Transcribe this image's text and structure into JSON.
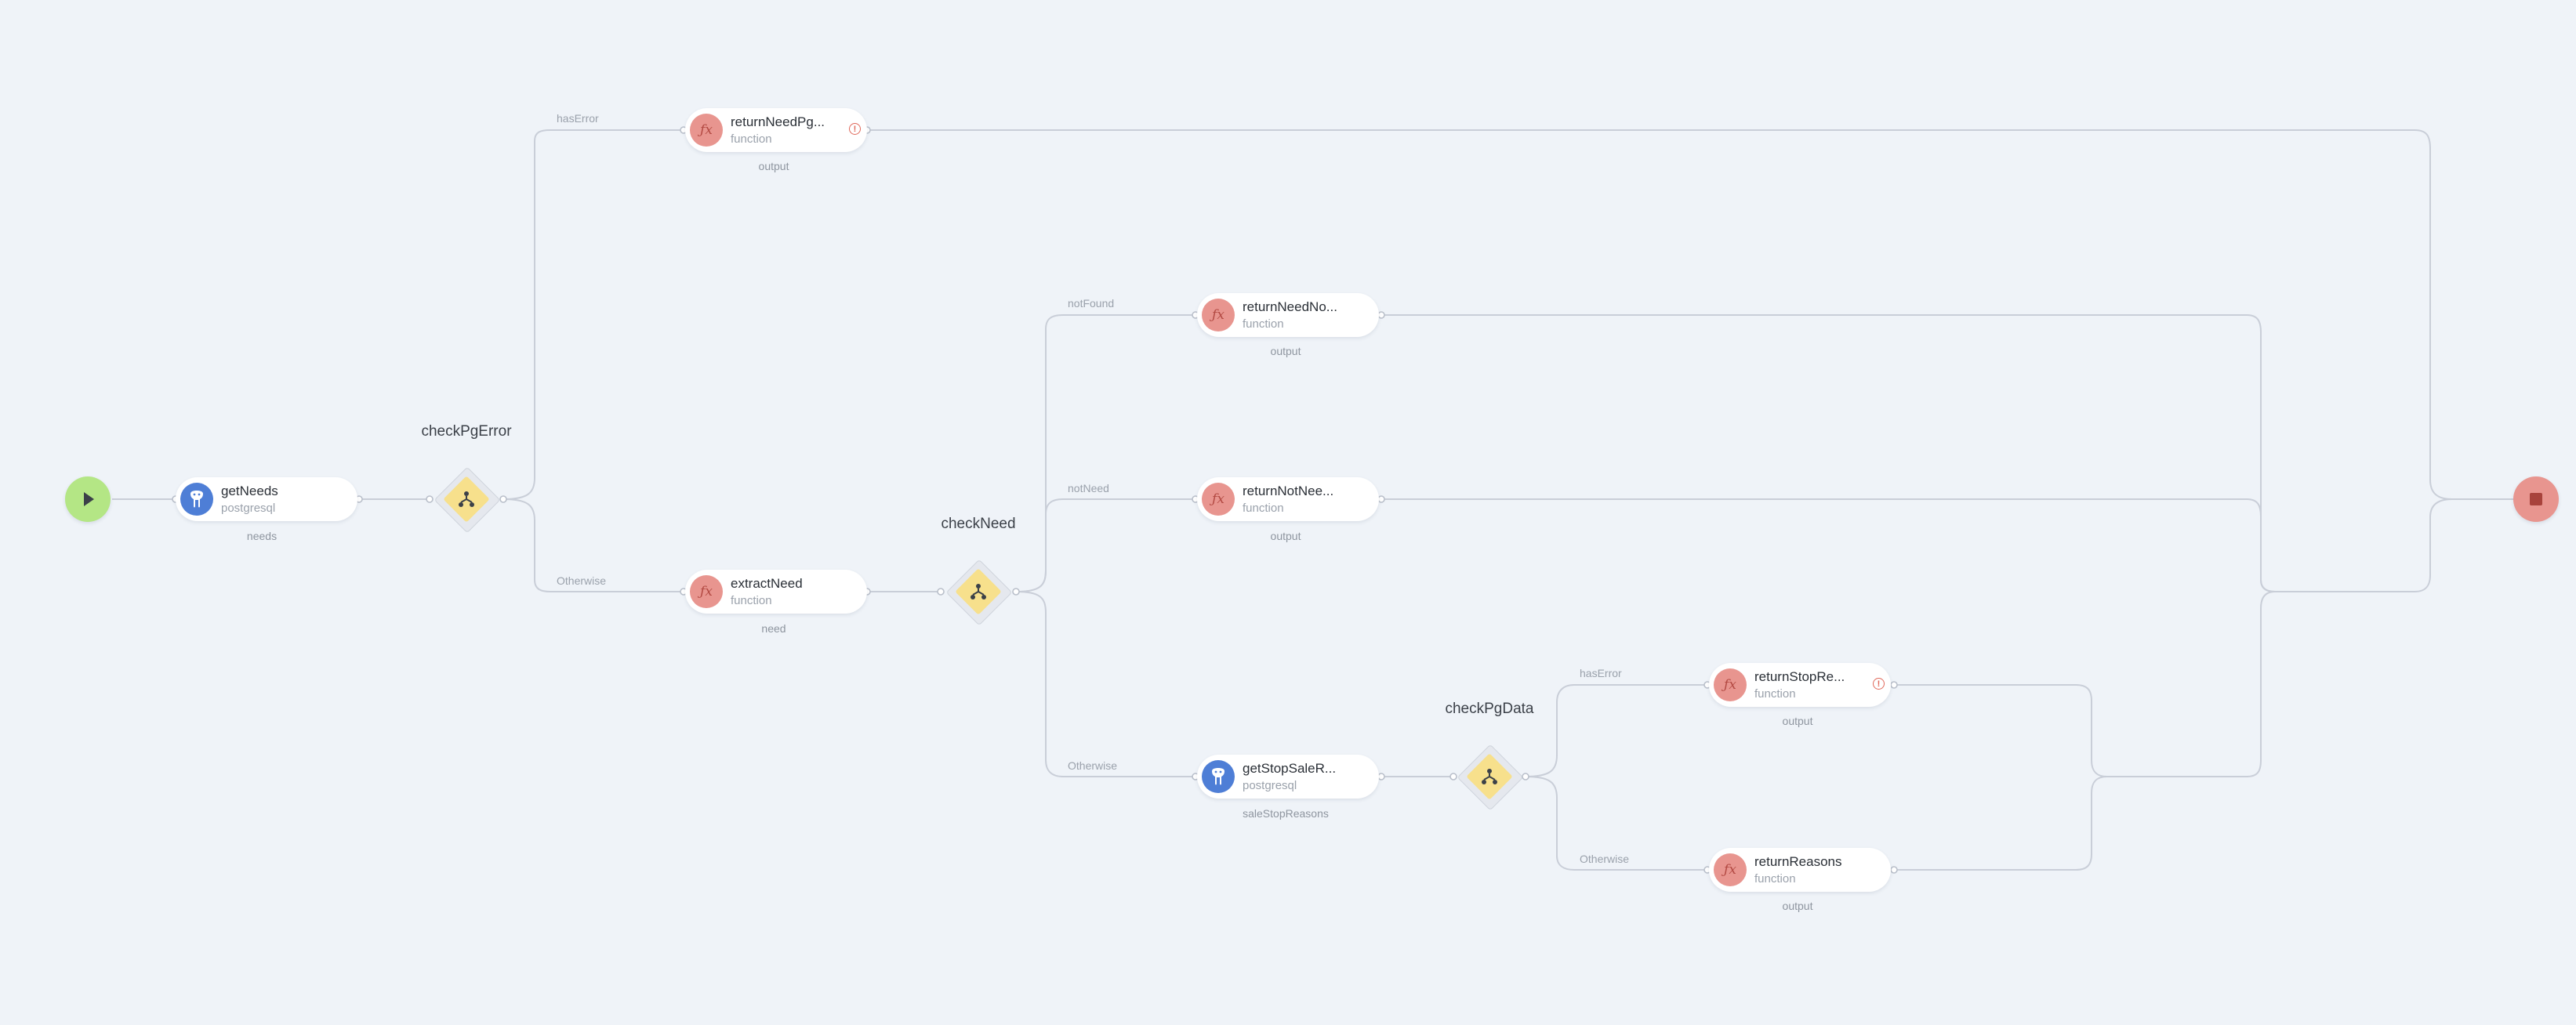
{
  "colors": {
    "background": "#eff3f8",
    "start_node": "#b4e685",
    "end_node": "#e8958f",
    "function_icon": "#e8958f",
    "postgresql_icon": "#4e7ed6",
    "condition": "#f7e08c",
    "edge": "#c9ced8",
    "warning": "#e0685a"
  },
  "start": {
    "icon": "play-icon"
  },
  "end": {
    "icon": "stop-icon"
  },
  "nodes": {
    "getNeeds": {
      "name": "getNeeds",
      "type": "postgresql",
      "output": "needs",
      "icon": "postgresql-icon"
    },
    "returnNeedPgError": {
      "name": "returnNeedPg...",
      "type": "function",
      "output": "output",
      "icon": "function-icon",
      "warning": "!"
    },
    "extractNeed": {
      "name": "extractNeed",
      "type": "function",
      "output": "need",
      "icon": "function-icon"
    },
    "returnNeedNotFound": {
      "name": "returnNeedNo...",
      "type": "function",
      "output": "output",
      "icon": "function-icon"
    },
    "returnNotNeeded": {
      "name": "returnNotNee...",
      "type": "function",
      "output": "output",
      "icon": "function-icon"
    },
    "getStopSaleReasons": {
      "name": "getStopSaleR...",
      "type": "postgresql",
      "output": "saleStopReasons",
      "icon": "postgresql-icon"
    },
    "returnStopReasonsError": {
      "name": "returnStopRe...",
      "type": "function",
      "output": "output",
      "icon": "function-icon",
      "warning": "!"
    },
    "returnReasons": {
      "name": "returnReasons",
      "type": "function",
      "output": "output",
      "icon": "function-icon"
    }
  },
  "conditions": {
    "checkPgError": {
      "title": "checkPgError",
      "icon": "branch-icon"
    },
    "checkNeed": {
      "title": "checkNeed",
      "icon": "branch-icon"
    },
    "checkPgData": {
      "title": "checkPgData",
      "icon": "branch-icon"
    }
  },
  "edge_labels": {
    "checkPgError_hasError": "hasError",
    "checkPgError_otherwise": "Otherwise",
    "checkNeed_notFound": "notFound",
    "checkNeed_notNeed": "notNeed",
    "checkNeed_otherwise": "Otherwise",
    "checkPgData_hasError": "hasError",
    "checkPgData_otherwise": "Otherwise"
  }
}
